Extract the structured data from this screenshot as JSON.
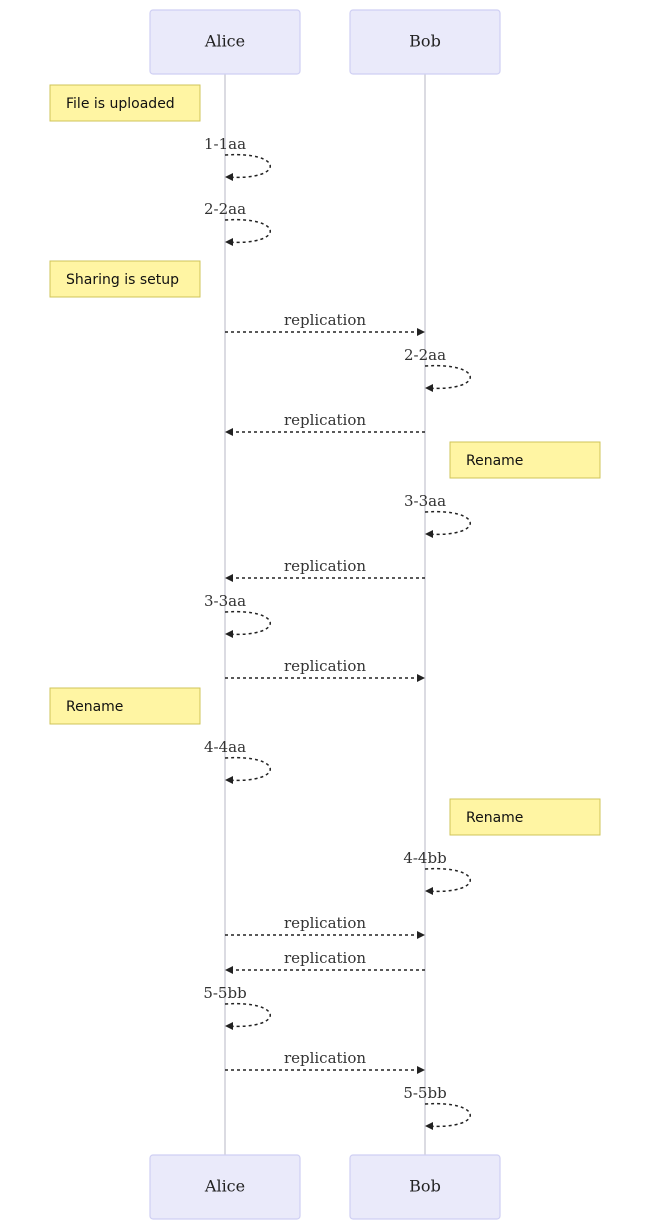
{
  "actors": [
    {
      "id": "alice",
      "label": "Alice"
    },
    {
      "id": "bob",
      "label": "Bob"
    }
  ],
  "events": [
    {
      "kind": "note",
      "actor": "alice",
      "text": "File is uploaded"
    },
    {
      "kind": "self",
      "actor": "alice",
      "text": "1-1aa"
    },
    {
      "kind": "self",
      "actor": "alice",
      "text": "2-2aa"
    },
    {
      "kind": "note",
      "actor": "alice",
      "text": "Sharing is setup"
    },
    {
      "kind": "msg",
      "from": "alice",
      "to": "bob",
      "text": "replication"
    },
    {
      "kind": "self",
      "actor": "bob",
      "text": "2-2aa"
    },
    {
      "kind": "msg",
      "from": "bob",
      "to": "alice",
      "text": "replication"
    },
    {
      "kind": "note",
      "actor": "bob",
      "text": "Rename"
    },
    {
      "kind": "self",
      "actor": "bob",
      "text": "3-3aa"
    },
    {
      "kind": "msg",
      "from": "bob",
      "to": "alice",
      "text": "replication"
    },
    {
      "kind": "self",
      "actor": "alice",
      "text": "3-3aa"
    },
    {
      "kind": "msg",
      "from": "alice",
      "to": "bob",
      "text": "replication"
    },
    {
      "kind": "note",
      "actor": "alice",
      "text": "Rename"
    },
    {
      "kind": "self",
      "actor": "alice",
      "text": "4-4aa"
    },
    {
      "kind": "note",
      "actor": "bob",
      "text": "Rename"
    },
    {
      "kind": "self",
      "actor": "bob",
      "text": "4-4bb"
    },
    {
      "kind": "msg",
      "from": "alice",
      "to": "bob",
      "text": "replication"
    },
    {
      "kind": "msg",
      "from": "bob",
      "to": "alice",
      "text": "replication"
    },
    {
      "kind": "self",
      "actor": "alice",
      "text": "5-5bb"
    },
    {
      "kind": "msg",
      "from": "alice",
      "to": "bob",
      "text": "replication"
    },
    {
      "kind": "self",
      "actor": "bob",
      "text": "5-5bb"
    }
  ]
}
